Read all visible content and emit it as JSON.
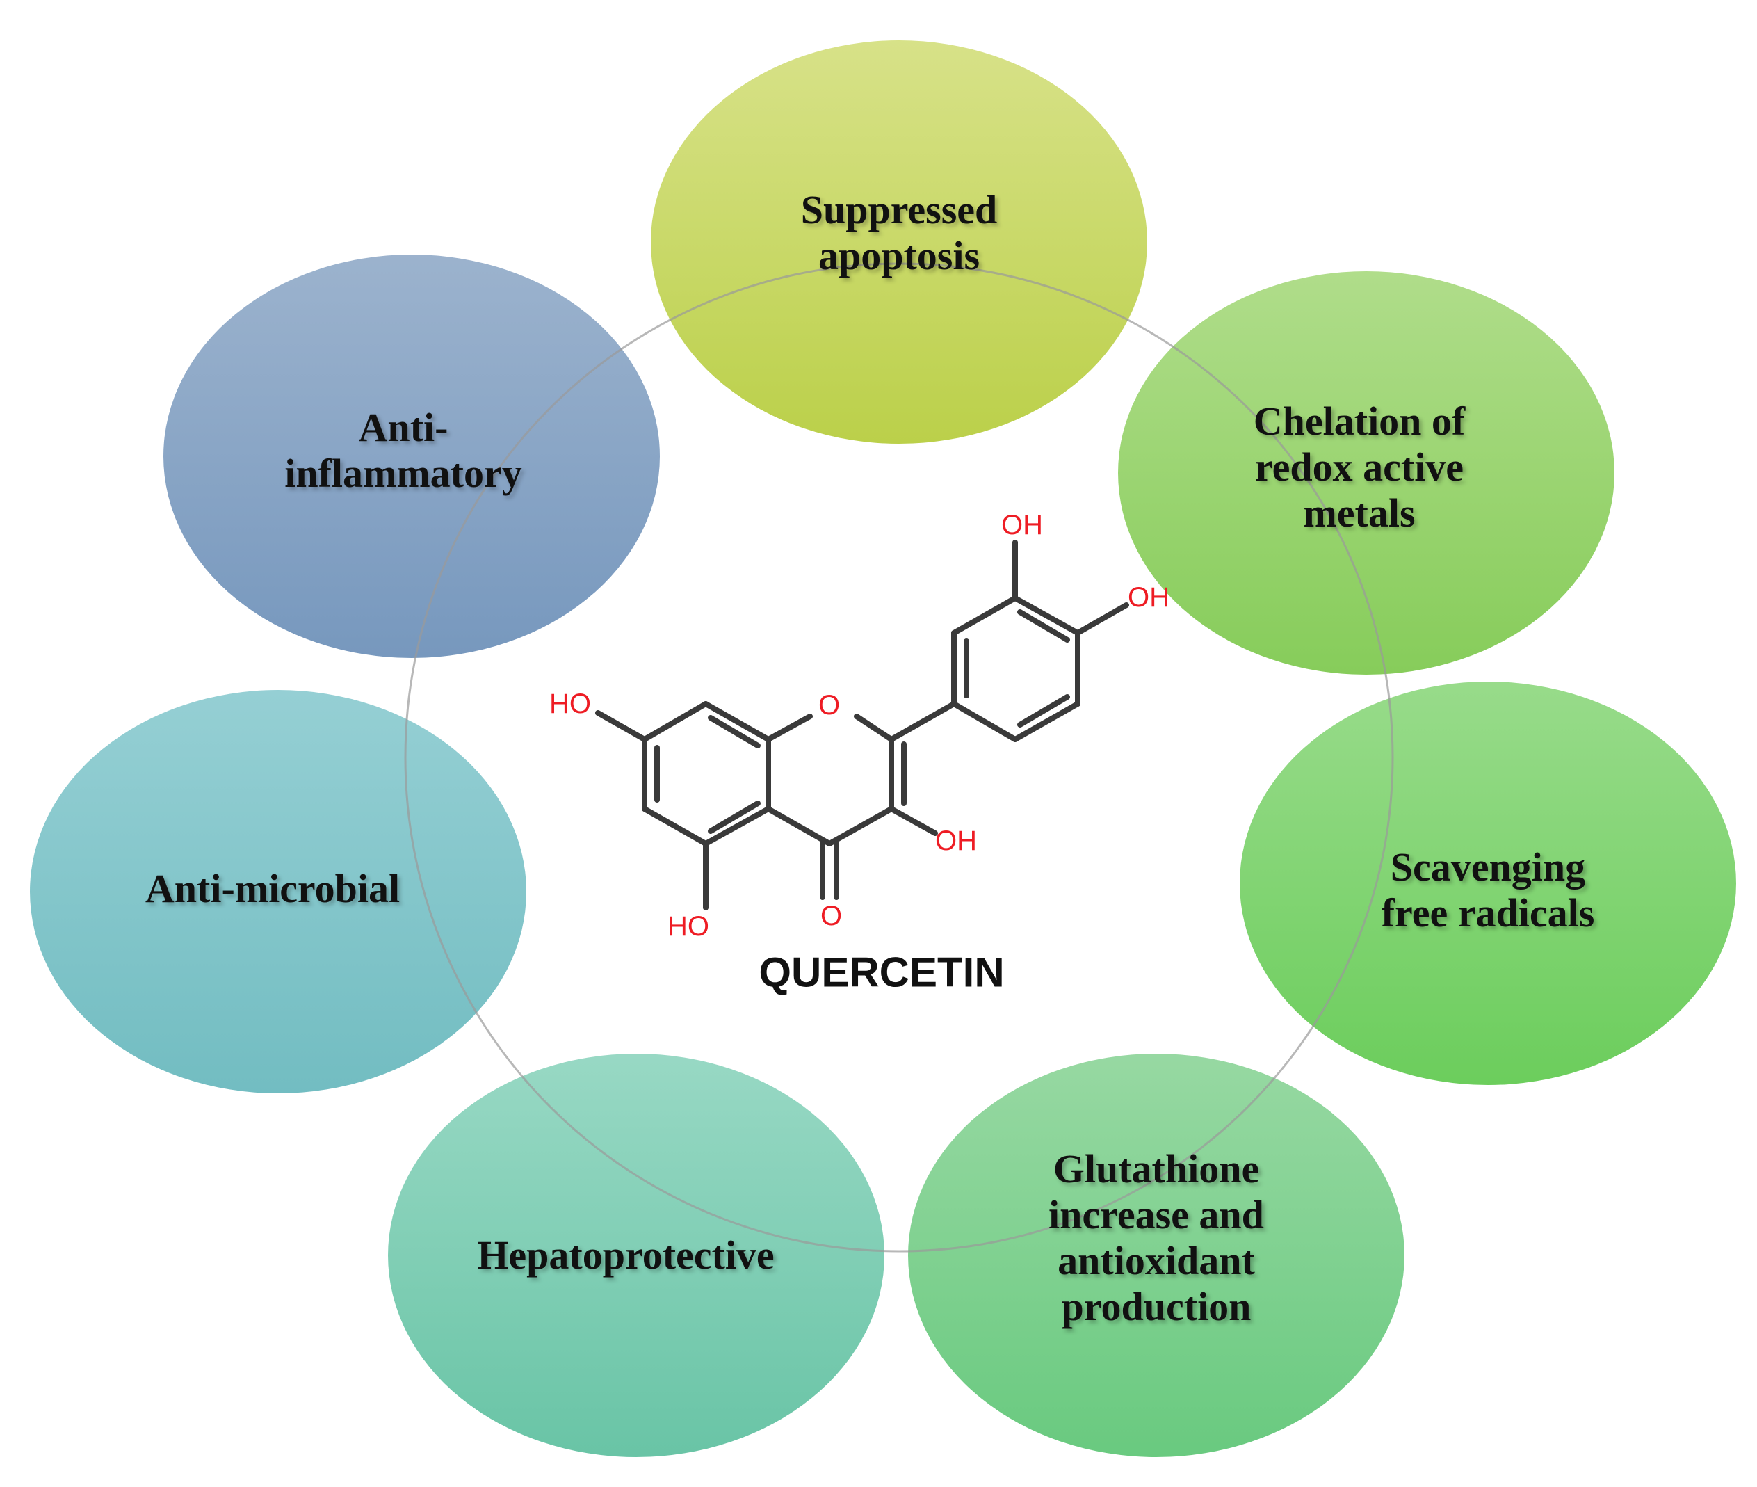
{
  "center": {
    "title": "QUERCETIN",
    "atoms": {
      "oh_top": "OH",
      "oh_right": "OH",
      "ho_left": "HO",
      "oh_mid": "OH",
      "ho_bottom": "HO",
      "o_ring": "O",
      "o_keto": "O"
    }
  },
  "nodes": [
    {
      "id": "suppressed-apoptosis",
      "lines": [
        "Suppressed",
        "apoptosis"
      ]
    },
    {
      "id": "chelation",
      "lines": [
        "Chelation of",
        "redox active",
        "metals"
      ]
    },
    {
      "id": "scavenging",
      "lines": [
        "Scavenging",
        "free radicals"
      ]
    },
    {
      "id": "glutathione",
      "lines": [
        "Glutathione",
        "increase and",
        "antioxidant",
        "production"
      ]
    },
    {
      "id": "hepatoprotective",
      "lines": [
        "Hepatoprotective"
      ]
    },
    {
      "id": "anti-microbial",
      "lines": [
        "Anti-microbial"
      ]
    },
    {
      "id": "anti-inflammatory",
      "lines": [
        "Anti-",
        "inflammatory"
      ]
    }
  ],
  "colors": {
    "suppressed-apoptosis": [
      "#d4df7e",
      "#b5cc3a"
    ],
    "chelation": [
      "#a9da80",
      "#7cc84c"
    ],
    "scavenging": [
      "#8fd880",
      "#5fc94e"
    ],
    "glutathione": [
      "#8ed59a",
      "#5cc574"
    ],
    "hepatoprotective": [
      "#8fd5bf",
      "#5cbf9e"
    ],
    "anti-microbial": [
      "#8ccbd0",
      "#66b7bc"
    ],
    "anti-inflammatory": [
      "#93acc9",
      "#6b8fb8"
    ],
    "molecule_bond": "#3a3a3a",
    "heteroatom": "#ee1c24"
  }
}
